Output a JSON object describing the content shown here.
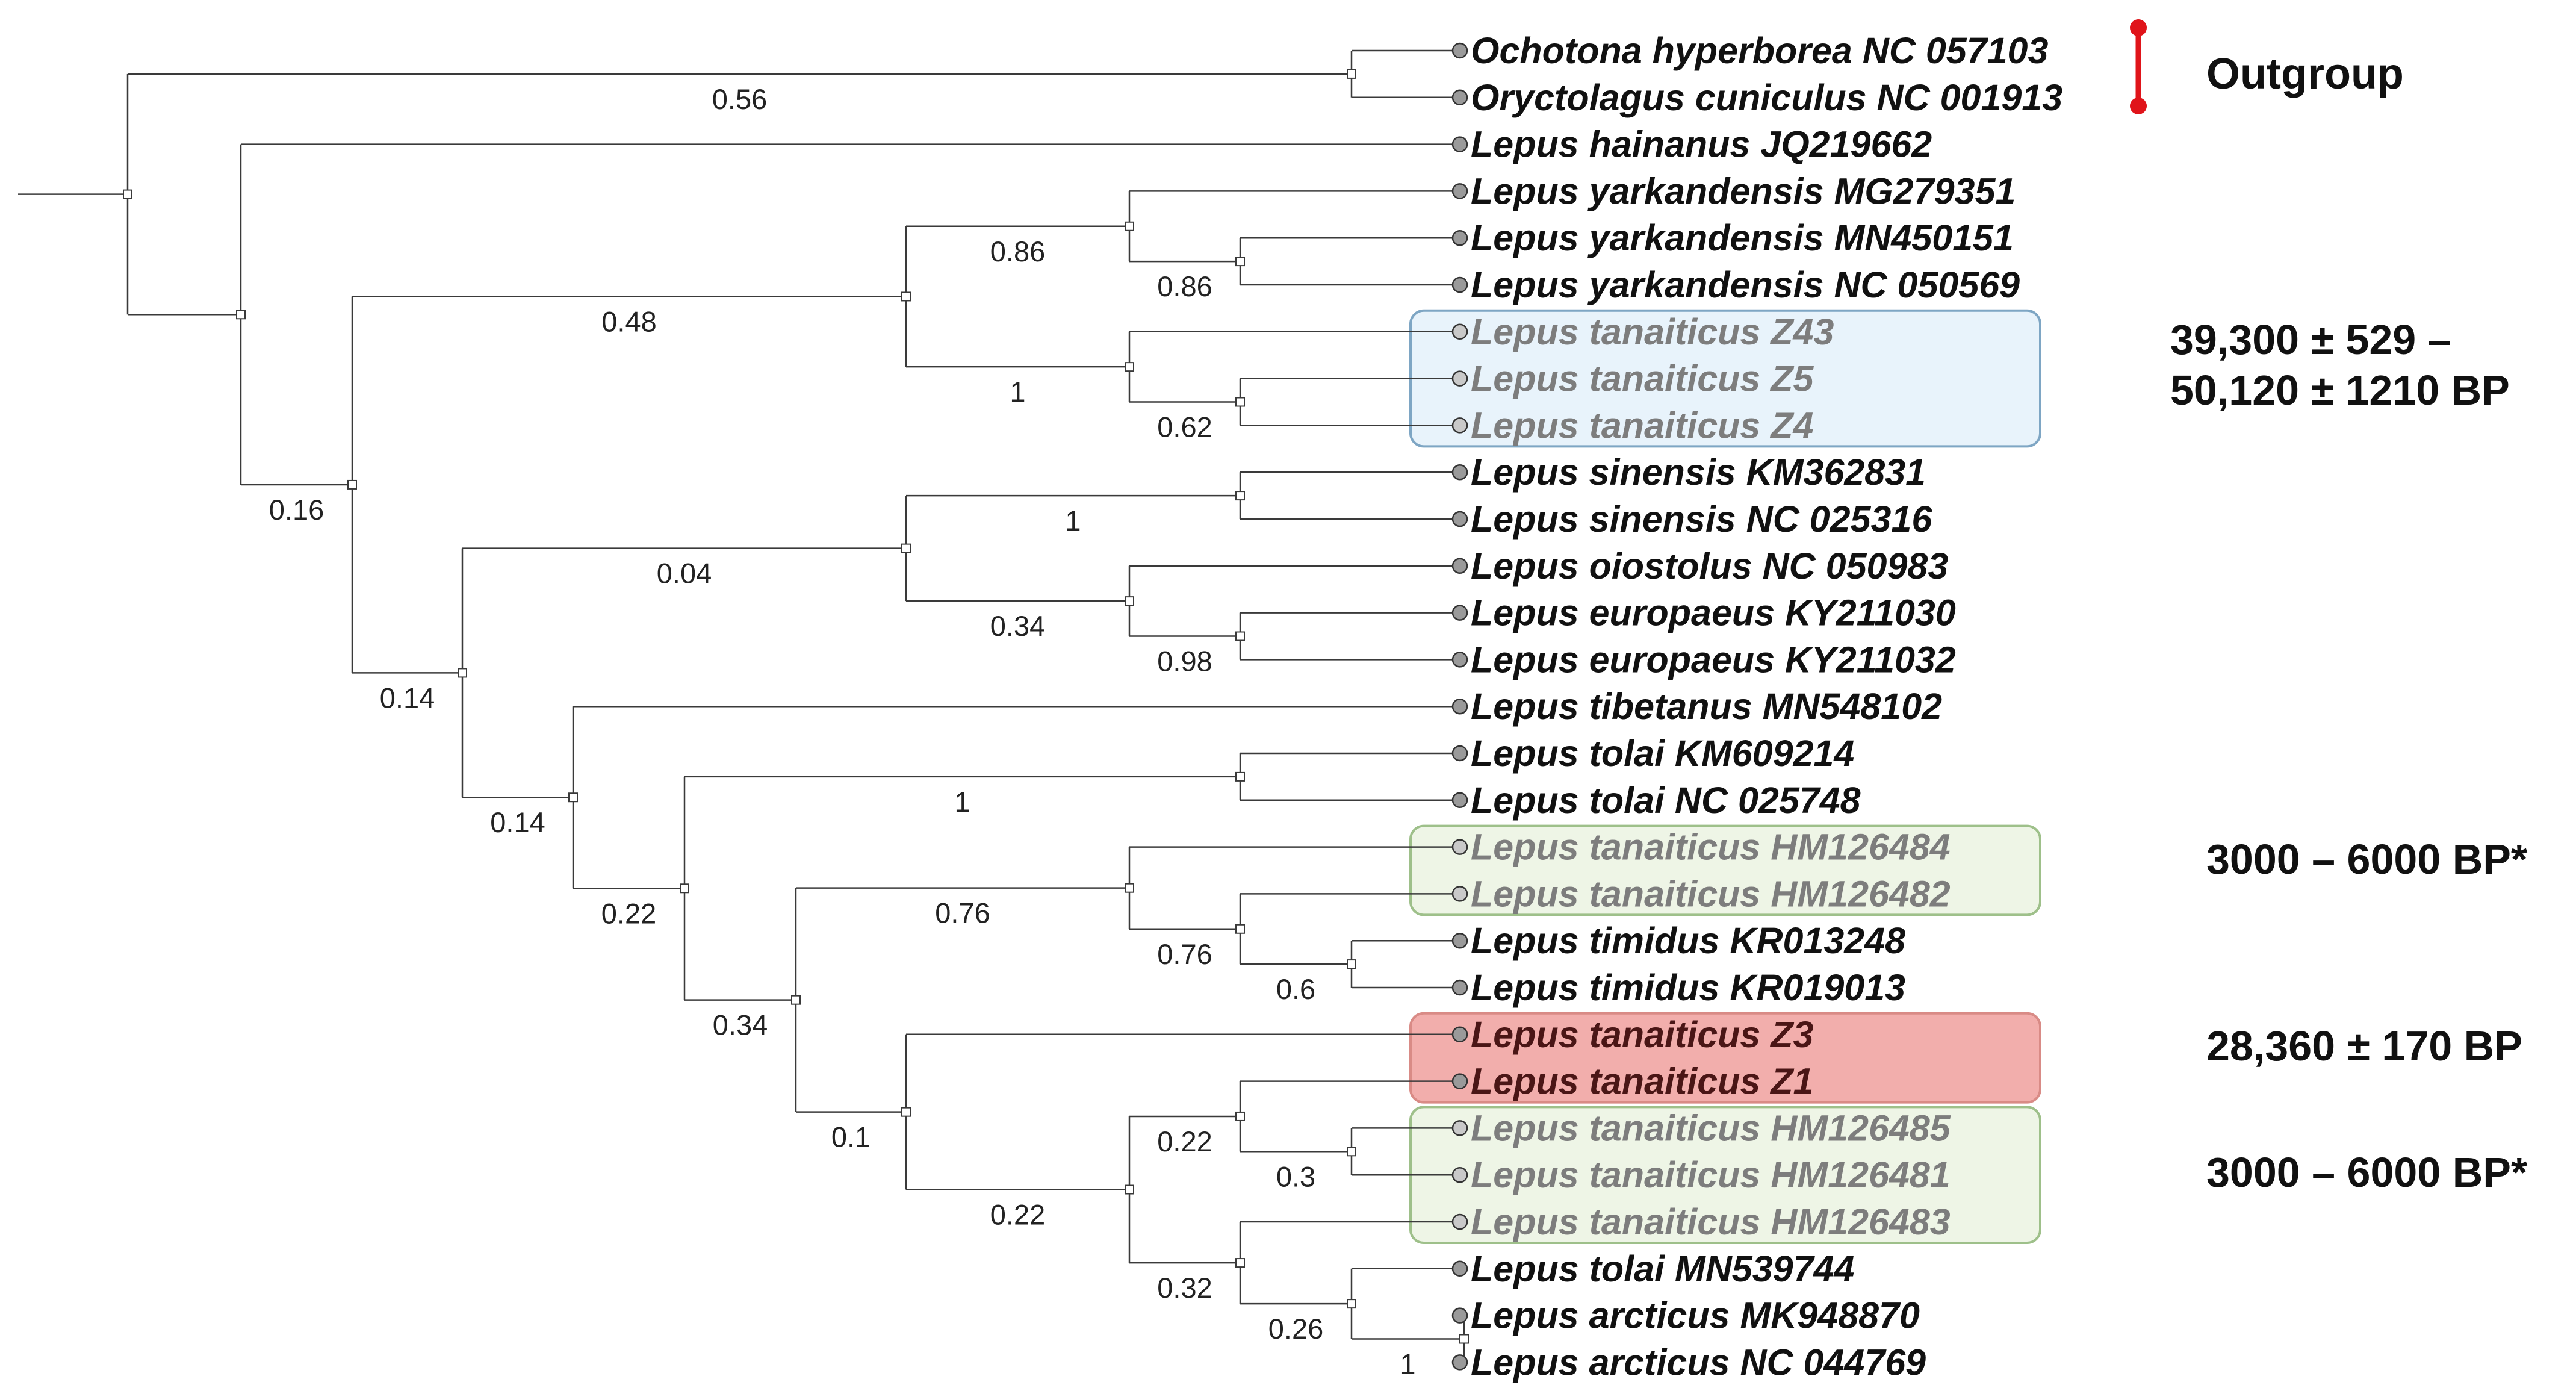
{
  "tips": [
    {
      "label": "Ochotona hyperborea NC 057103",
      "faded": false
    },
    {
      "label": "Oryctolagus cuniculus NC 001913",
      "faded": false
    },
    {
      "label": "Lepus hainanus JQ219662",
      "faded": false
    },
    {
      "label": "Lepus yarkandensis MG279351",
      "faded": false
    },
    {
      "label": "Lepus yarkandensis MN450151",
      "faded": false
    },
    {
      "label": "Lepus yarkandensis NC 050569",
      "faded": false
    },
    {
      "label": "Lepus tanaiticus Z43",
      "faded": true
    },
    {
      "label": "Lepus tanaiticus Z5",
      "faded": true
    },
    {
      "label": "Lepus tanaiticus Z4",
      "faded": true
    },
    {
      "label": "Lepus sinensis KM362831",
      "faded": false
    },
    {
      "label": "Lepus sinensis NC 025316",
      "faded": false
    },
    {
      "label": "Lepus oiostolus NC 050983",
      "faded": false
    },
    {
      "label": "Lepus europaeus KY211030",
      "faded": false
    },
    {
      "label": "Lepus europaeus KY211032",
      "faded": false
    },
    {
      "label": "Lepus tibetanus MN548102",
      "faded": false
    },
    {
      "label": "Lepus tolai KM609214",
      "faded": false
    },
    {
      "label": "Lepus tolai NC 025748",
      "faded": false
    },
    {
      "label": "Lepus tanaiticus HM126484",
      "faded": true
    },
    {
      "label": "Lepus tanaiticus HM126482",
      "faded": true
    },
    {
      "label": "Lepus timidus KR013248",
      "faded": false
    },
    {
      "label": "Lepus timidus KR019013",
      "faded": false
    },
    {
      "label": "Lepus tanaiticus Z3",
      "faded": false,
      "dark": true
    },
    {
      "label": "Lepus tanaiticus Z1",
      "faded": false,
      "dark": true
    },
    {
      "label": "Lepus tanaiticus HM126485",
      "faded": true
    },
    {
      "label": "Lepus tanaiticus HM126481",
      "faded": true
    },
    {
      "label": "Lepus tanaiticus HM126483",
      "faded": true
    },
    {
      "label": "Lepus tolai MN539744",
      "faded": false
    },
    {
      "label": "Lepus arcticus MK948870",
      "faded": false
    },
    {
      "label": "Lepus arcticus NC 044769",
      "faded": false
    }
  ],
  "tree": {
    "id": "root",
    "depth": 0,
    "children": [
      {
        "id": "n_out",
        "depth": 12,
        "support": "0.56",
        "children": [
          {
            "tip": 0
          },
          {
            "tip": 1
          }
        ]
      },
      {
        "id": "n_016",
        "depth": 1,
        "children": [
          {
            "tip": 2
          },
          {
            "id": "n_a",
            "depth": 2,
            "support": "0.16",
            "children": [
              {
                "id": "n_048",
                "depth": 7,
                "support": "0.48",
                "children": [
                  {
                    "id": "n_yark",
                    "depth": 8,
                    "support": "0.86",
                    "children": [
                      {
                        "tip": 3
                      },
                      {
                        "id": "n_y2",
                        "depth": 9,
                        "support": "0.86",
                        "children": [
                          {
                            "tip": 4
                          },
                          {
                            "tip": 5
                          }
                        ]
                      }
                    ]
                  },
                  {
                    "id": "n_tz",
                    "depth": 8,
                    "support": "1",
                    "children": [
                      {
                        "tip": 6
                      },
                      {
                        "id": "n_tz2",
                        "depth": 9,
                        "support": "0.62",
                        "children": [
                          {
                            "tip": 7
                          },
                          {
                            "tip": 8
                          }
                        ]
                      }
                    ]
                  }
                ]
              },
              {
                "id": "n_b",
                "depth": 3,
                "support": "0.14",
                "children": [
                  {
                    "id": "n_004",
                    "depth": 7,
                    "support": "0.04",
                    "children": [
                      {
                        "id": "n_sin",
                        "depth": 9,
                        "support": "1",
                        "children": [
                          {
                            "tip": 9
                          },
                          {
                            "tip": 10
                          }
                        ]
                      },
                      {
                        "id": "n_034",
                        "depth": 8,
                        "support": "0.34",
                        "children": [
                          {
                            "tip": 11
                          },
                          {
                            "id": "n_eur",
                            "depth": 9,
                            "support": "0.98",
                            "children": [
                              {
                                "tip": 12
                              },
                              {
                                "tip": 13
                              }
                            ]
                          }
                        ]
                      }
                    ]
                  },
                  {
                    "id": "n_c",
                    "depth": 4,
                    "support": "0.14",
                    "children": [
                      {
                        "tip": 14
                      },
                      {
                        "id": "n_d",
                        "depth": 5,
                        "support": "0.22",
                        "children": [
                          {
                            "id": "n_tolai",
                            "depth": 9,
                            "support": "1",
                            "children": [
                              {
                                "tip": 15
                              },
                              {
                                "tip": 16
                              }
                            ]
                          },
                          {
                            "id": "n_e",
                            "depth": 6,
                            "support": "0.34",
                            "children": [
                              {
                                "id": "n_076",
                                "depth": 8,
                                "support": "0.76",
                                "children": [
                                  {
                                    "tip": 17
                                  },
                                  {
                                    "id": "n_076b",
                                    "depth": 9,
                                    "support": "0.76",
                                    "children": [
                                      {
                                        "tip": 18
                                      },
                                      {
                                        "id": "n_tim",
                                        "depth": 10,
                                        "support": "0.6",
                                        "children": [
                                          {
                                            "tip": 19
                                          },
                                          {
                                            "tip": 20
                                          }
                                        ]
                                      }
                                    ]
                                  }
                                ]
                              },
                              {
                                "id": "n_f",
                                "depth": 7,
                                "support": "0.1",
                                "children": [
                                  {
                                    "tip": 21
                                  },
                                  {
                                    "id": "n_g",
                                    "depth": 8,
                                    "support": "0.22",
                                    "children": [
                                      {
                                        "id": "n_h",
                                        "depth": 9,
                                        "support": "0.22",
                                        "children": [
                                          {
                                            "tip": 22
                                          },
                                          {
                                            "id": "n_i",
                                            "depth": 10,
                                            "support": "0.3",
                                            "children": [
                                              {
                                                "tip": 23
                                              },
                                              {
                                                "tip": 24
                                              }
                                            ]
                                          }
                                        ]
                                      },
                                      {
                                        "id": "n_j",
                                        "depth": 9,
                                        "support": "0.32",
                                        "children": [
                                          {
                                            "tip": 25
                                          },
                                          {
                                            "id": "n_k",
                                            "depth": 10,
                                            "support": "0.26",
                                            "children": [
                                              {
                                                "tip": 26
                                              },
                                              {
                                                "id": "n_arc",
                                                "depth": 11,
                                                "support": "1",
                                                "children": [
                                                  {
                                                    "tip": 27
                                                  },
                                                  {
                                                    "tip": 28
                                                  }
                                                ]
                                              }
                                            ]
                                          }
                                        ]
                                      }
                                    ]
                                  }
                                ]
                              }
                            ]
                          }
                        ]
                      }
                    ]
                  }
                ]
              }
            ]
          }
        ]
      }
    ]
  },
  "highlight_boxes": [
    {
      "name": "z-samples-box",
      "from": 6,
      "to": 8,
      "fill": "#e8f3fb",
      "stroke": "#7ea6c4"
    },
    {
      "name": "hm-samples-box-1",
      "from": 17,
      "to": 18,
      "fill": "#eef5e6",
      "stroke": "#9ec08a"
    },
    {
      "name": "z3-z1-box",
      "from": 21,
      "to": 22,
      "fill": "#f2aeac",
      "stroke": "#d98b86"
    },
    {
      "name": "hm-samples-box-2",
      "from": 23,
      "to": 25,
      "fill": "#eef5e6",
      "stroke": "#9ec08a"
    }
  ],
  "annotations": {
    "outgroup": "Outgroup",
    "date1_line1": "39,300 ± 529 –",
    "date1_line2": "50,120 ± 1210 BP",
    "date2": "3000 – 6000 BP*",
    "date3": "28,360 ± 170 BP",
    "date4": "3000 – 6000 BP*"
  },
  "colors": {
    "branch": "#3a3a3a",
    "label": "#111111",
    "label_faded": "#7d7d7d",
    "label_dark": "#4a1616",
    "outgroup_bar": "#e0141a"
  }
}
